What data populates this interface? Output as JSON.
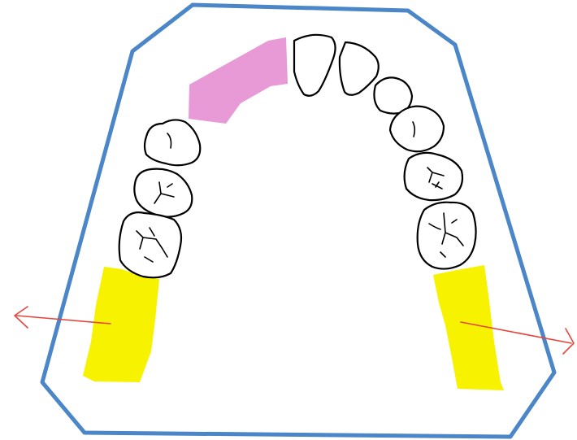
{
  "diagram": {
    "colors": {
      "outline": "#4a86c8",
      "missing_tooth_region": "#e79ad6",
      "posterior_region": "#f6f200",
      "arrow": "#e8453c",
      "tooth_stroke": "#000000",
      "tooth_fill": "#ffffff"
    },
    "elements": {
      "outline": "trapezoid-outline",
      "missing_region": "pink-edentulous-area",
      "left_region": "yellow-left-posterior",
      "right_region": "yellow-right-posterior",
      "left_arrow": "red-arrow-left",
      "right_arrow": "red-arrow-right"
    }
  }
}
